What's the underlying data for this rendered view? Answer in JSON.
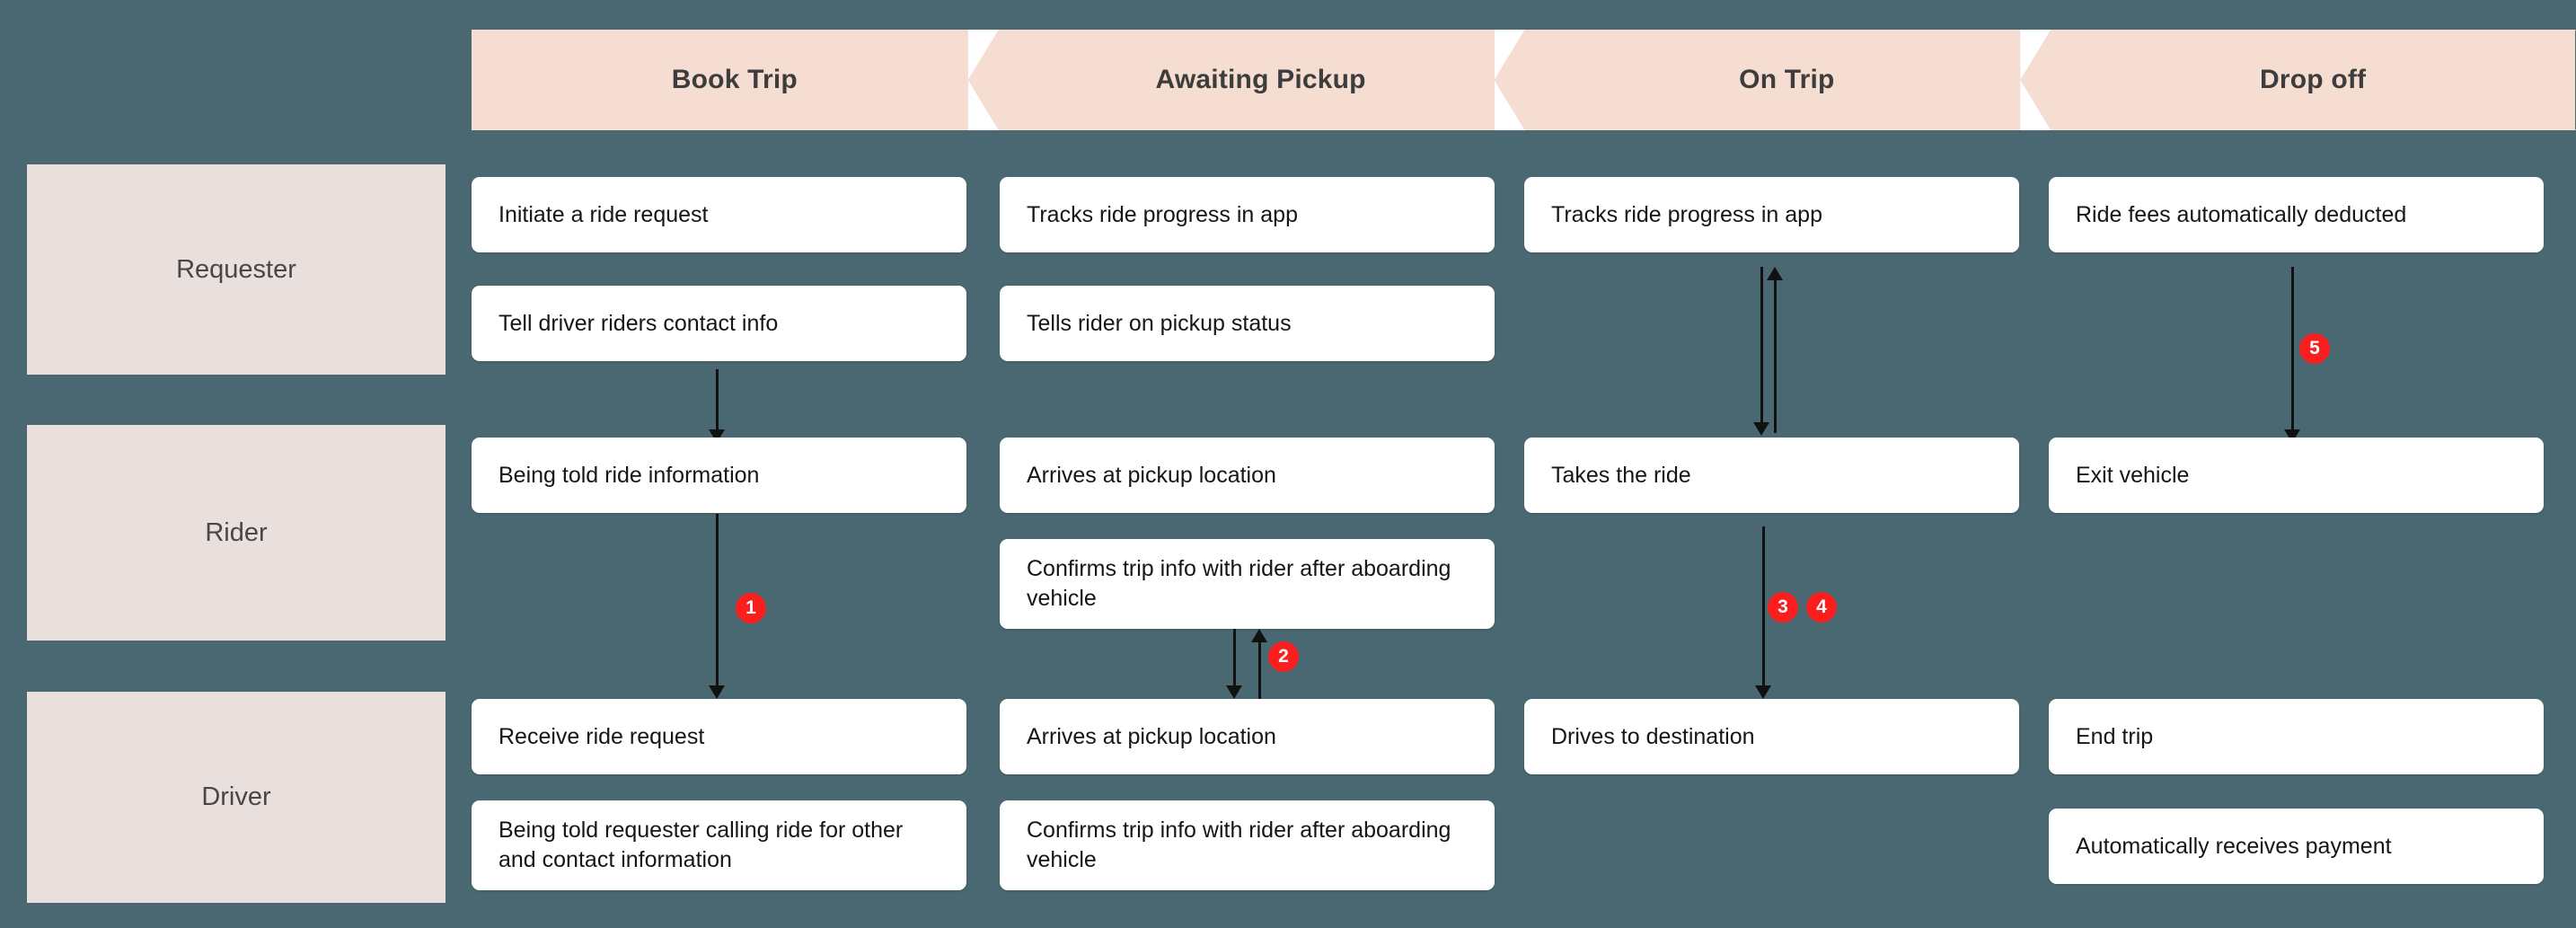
{
  "colors": {
    "background": "#4a6871",
    "stage_band": "#f6ddd2",
    "lane_label": "#e9e0dd",
    "card": "#ffffff",
    "badge": "#fa1e1e",
    "connector": "#111111",
    "text_dark": "#3d3d3d"
  },
  "stages": [
    {
      "label": "Book Trip"
    },
    {
      "label": "Awaiting Pickup"
    },
    {
      "label": "On Trip"
    },
    {
      "label": "Drop off"
    }
  ],
  "lanes": [
    {
      "label": "Requester"
    },
    {
      "label": "Rider"
    },
    {
      "label": "Driver"
    }
  ],
  "cards": [
    {
      "lane": "Requester",
      "stage": "Book Trip",
      "text": "Initiate a ride request"
    },
    {
      "lane": "Requester",
      "stage": "Book Trip",
      "text": "Tell driver riders contact info"
    },
    {
      "lane": "Requester",
      "stage": "Awaiting Pickup",
      "text": "Tracks ride progress in app"
    },
    {
      "lane": "Requester",
      "stage": "Awaiting Pickup",
      "text": "Tells rider on pickup status"
    },
    {
      "lane": "Requester",
      "stage": "On Trip",
      "text": "Tracks ride progress in app"
    },
    {
      "lane": "Requester",
      "stage": "Drop off",
      "text": "Ride fees automatically deducted"
    },
    {
      "lane": "Rider",
      "stage": "Book Trip",
      "text": "Being told ride information"
    },
    {
      "lane": "Rider",
      "stage": "Awaiting Pickup",
      "text": "Arrives at pickup location"
    },
    {
      "lane": "Rider",
      "stage": "Awaiting Pickup",
      "text": "Confirms trip info with rider after aboarding vehicle"
    },
    {
      "lane": "Rider",
      "stage": "On Trip",
      "text": "Takes the ride"
    },
    {
      "lane": "Rider",
      "stage": "Drop off",
      "text": "Exit vehicle"
    },
    {
      "lane": "Driver",
      "stage": "Book Trip",
      "text": "Receive ride request"
    },
    {
      "lane": "Driver",
      "stage": "Book Trip",
      "text": "Being told requester calling ride for other and contact information"
    },
    {
      "lane": "Driver",
      "stage": "Awaiting Pickup",
      "text": "Arrives at pickup location"
    },
    {
      "lane": "Driver",
      "stage": "Awaiting Pickup",
      "text": "Confirms trip info with rider after aboarding vehicle"
    },
    {
      "lane": "Driver",
      "stage": "On Trip",
      "text": "Drives to destination"
    },
    {
      "lane": "Driver",
      "stage": "Drop off",
      "text": "End trip"
    },
    {
      "lane": "Driver",
      "stage": "Drop off",
      "text": "Automatically receives payment"
    }
  ],
  "badges": [
    {
      "number": "1"
    },
    {
      "number": "2"
    },
    {
      "number": "3"
    },
    {
      "number": "4"
    },
    {
      "number": "5"
    }
  ]
}
